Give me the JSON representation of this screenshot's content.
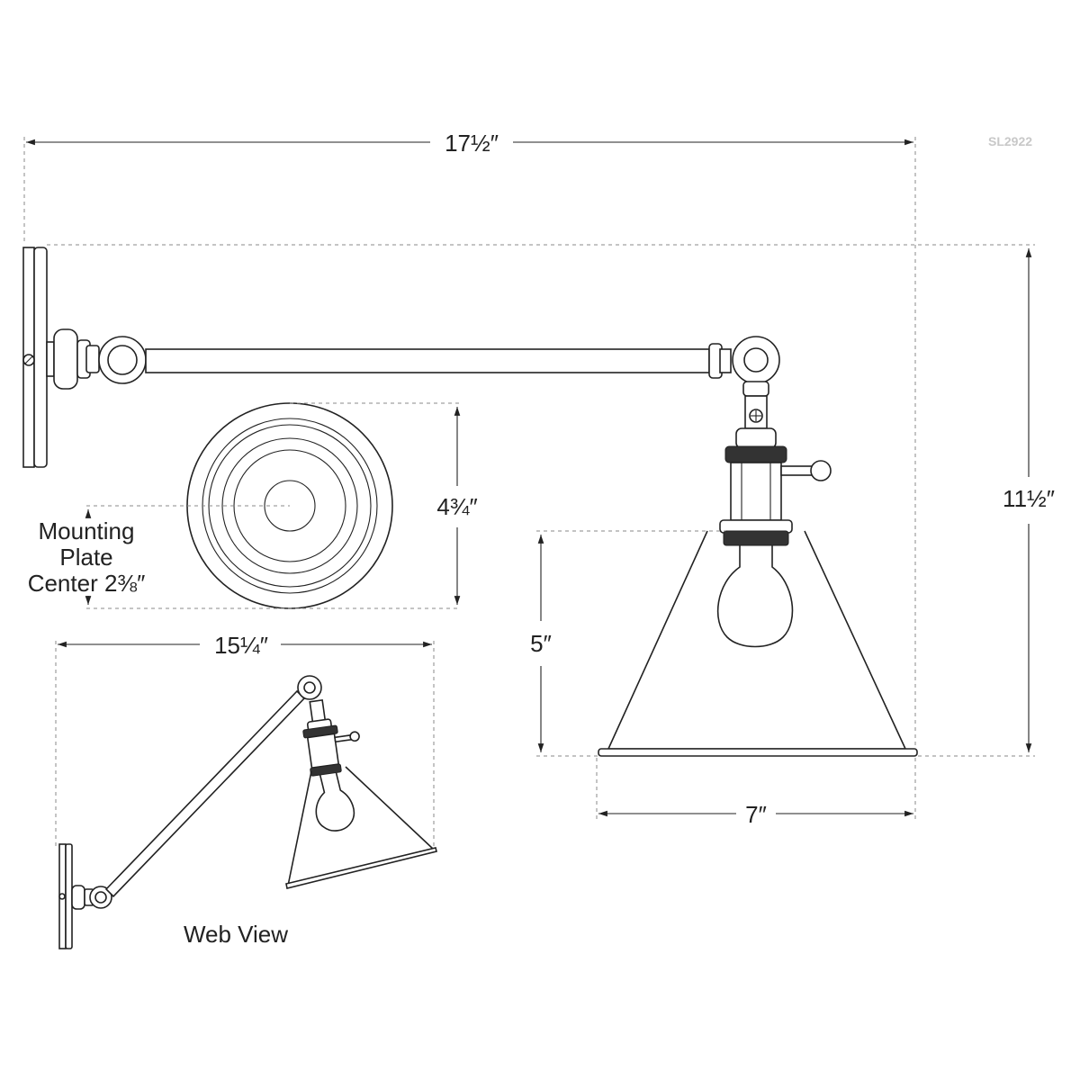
{
  "product_code": "SL2922",
  "dimensions": {
    "overall_width": "17½″",
    "overall_height": "11½″",
    "backplate_height": "4¾″",
    "shade_height": "5″",
    "shade_width": "7″",
    "web_view_width": "15¼″"
  },
  "mounting_label": {
    "line1": "Mounting",
    "line2": "Plate",
    "line3": "Center 2⅜″"
  },
  "web_view_label": "Web View"
}
